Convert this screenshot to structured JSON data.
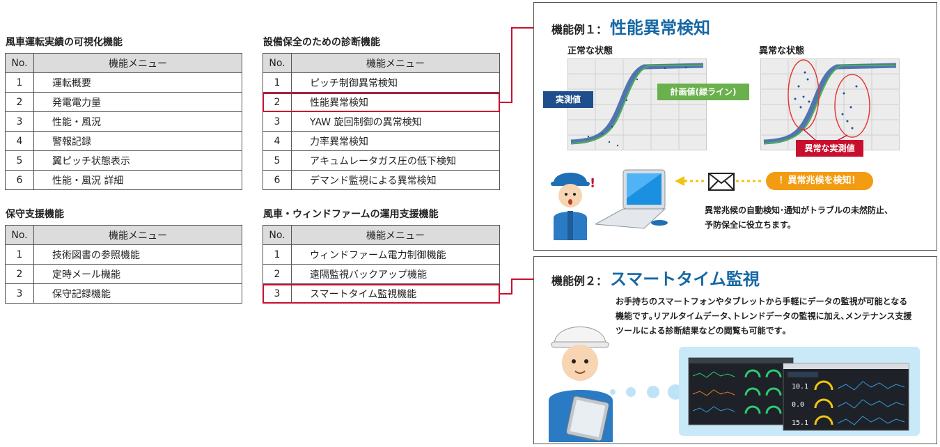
{
  "table_header": {
    "no": "No.",
    "menu": "機能メニュー"
  },
  "sections": [
    {
      "title": "風車運転実績の可視化機能",
      "rows": [
        {
          "no": "1",
          "name": "運転概要"
        },
        {
          "no": "2",
          "name": "発電電力量"
        },
        {
          "no": "3",
          "name": "性能・風況"
        },
        {
          "no": "4",
          "name": "警報記録"
        },
        {
          "no": "5",
          "name": "翼ピッチ状態表示"
        },
        {
          "no": "6",
          "name": "性能・風況 詳細"
        }
      ]
    },
    {
      "title": "保守支援機能",
      "rows": [
        {
          "no": "1",
          "name": "技術図書の参照機能"
        },
        {
          "no": "2",
          "name": "定時メール機能"
        },
        {
          "no": "3",
          "name": "保守記録機能"
        }
      ]
    },
    {
      "title": "設備保全のための診断機能",
      "rows": [
        {
          "no": "1",
          "name": "ピッチ制御異常検知"
        },
        {
          "no": "2",
          "name": "性能異常検知"
        },
        {
          "no": "3",
          "name": "YAW 旋回制御の異常検知"
        },
        {
          "no": "4",
          "name": "力率異常検知"
        },
        {
          "no": "5",
          "name": "アキュムレータガス圧の低下検知"
        },
        {
          "no": "6",
          "name": "デマンド監視による異常検知"
        }
      ]
    },
    {
      "title": "風車・ウィンドファームの運用支援機能",
      "rows": [
        {
          "no": "1",
          "name": "ウィンドファーム電力制御機能"
        },
        {
          "no": "2",
          "name": "遠隔監視バックアップ機能"
        },
        {
          "no": "3",
          "name": "スマートタイム監視機能"
        }
      ]
    }
  ],
  "example1": {
    "prefix": "機能例１：",
    "name": "性能異常検知",
    "normal_label": "正常な状態",
    "abnormal_label": "異常な状態",
    "measured_tag": "実測値",
    "planned_tag": "計画値(緑ライン)",
    "abnormal_tag": "異常な実測値",
    "alert": "！異常兆候を検知！",
    "description": [
      "異常兆候の自動検知･通知がトラブルの未然防止、",
      "予防保全に役立ちます。"
    ]
  },
  "example2": {
    "prefix": "機能例２：",
    "name": "スマートタイム監視",
    "description": [
      "お手持ちのスマートフォンやタブレットから手軽にデータの監視が可能となる",
      "機能です｡リアルタイムデータ､トレンドデータの監視に加え､メンテナンス支援",
      "ツールによる診断結果などの閲覧も可能です｡"
    ],
    "dashboard_values": [
      "10.1",
      "0.0",
      "15.1"
    ]
  },
  "colors": {
    "accent_red": "#c8102e",
    "heading_blue": "#1668a4",
    "tag_navy": "#1f4e8c",
    "tag_green": "#6ab04c",
    "alert_orange": "#f39c12"
  }
}
